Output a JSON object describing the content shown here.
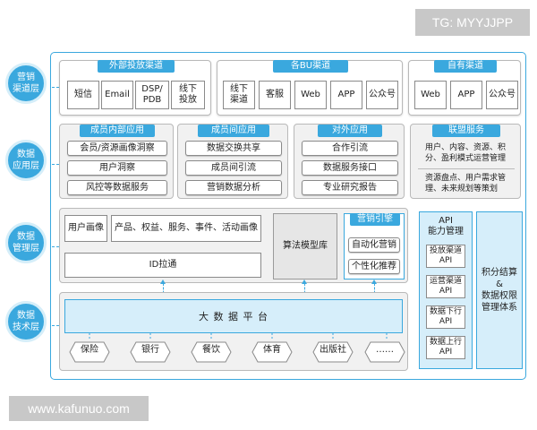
{
  "watermark": {
    "top": "TG: MYYJJPP",
    "bottom": "www.kafunuo.com"
  },
  "layers": [
    {
      "label": "营销\n渠道层"
    },
    {
      "label": "数据\n应用层"
    },
    {
      "label": "数据\n管理层"
    },
    {
      "label": "数据\n技术层"
    }
  ],
  "channel": {
    "external": {
      "title": "外部投放渠道",
      "items": [
        "短信",
        "Email",
        "DSP/\nPDB",
        "线下\n投放"
      ]
    },
    "bu": {
      "title": "各BU渠道",
      "items": [
        "线下\n渠道",
        "客服",
        "Web",
        "APP",
        "公众号"
      ]
    },
    "own": {
      "title": "自有渠道",
      "items": [
        "Web",
        "APP",
        "公众号"
      ]
    }
  },
  "application": {
    "internal": {
      "title": "成员内部应用",
      "items": [
        "会员/资源画像洞察",
        "用户洞察",
        "风控等数据服务"
      ]
    },
    "between": {
      "title": "成员间应用",
      "items": [
        "数据交换共享",
        "成员间引流",
        "营销数据分析"
      ]
    },
    "external": {
      "title": "对外应用",
      "items": [
        "合作引流",
        "数据服务接口",
        "专业研究报告"
      ]
    },
    "alliance": {
      "title": "联盟服务",
      "text1": "用户、内容、资源、积分、盈利模式运营管理",
      "text2": "资源盘点、用户需求管理、未来规划等策划"
    }
  },
  "management": {
    "user_profile": "用户画像",
    "product_profile": "产品、权益、服务、事件、活动画像",
    "id": "ID拉通",
    "algorithm": "算法模型库",
    "engine": {
      "title": "营销引擎",
      "items": [
        "自动化营销",
        "个性化推荐"
      ]
    }
  },
  "api": {
    "title": "API\n能力管理",
    "items": [
      "投放渠道\nAPI",
      "运营渠道\nAPI",
      "数据下行\nAPI",
      "数据上行\nAPI"
    ]
  },
  "points": "积分结算\n&\n数据权限\n管理体系",
  "tech": {
    "platform": "大 数 据 平 台",
    "sources": [
      "保险",
      "银行",
      "餐饮",
      "体育",
      "出版社",
      "……"
    ]
  }
}
